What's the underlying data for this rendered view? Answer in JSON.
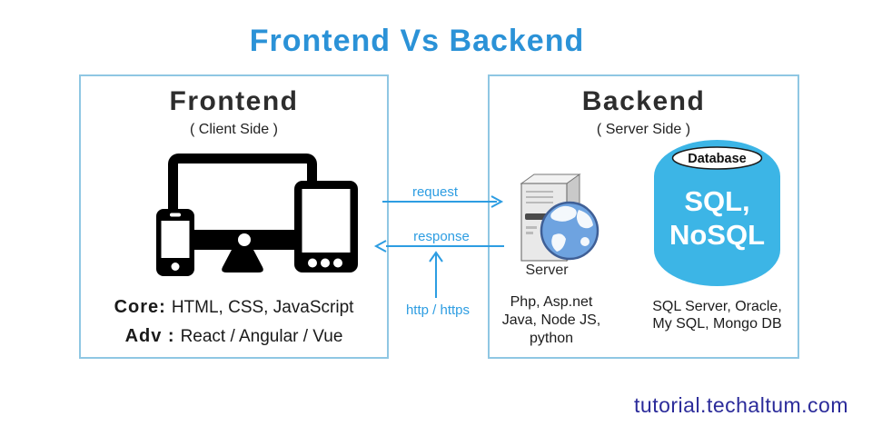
{
  "page": {
    "title": "Frontend Vs Backend",
    "watermark": "tutorial.techaltum.com"
  },
  "colors": {
    "title_blue": "#2b92d7",
    "arrow_blue": "#2d9de2",
    "panel_border_blue": "#8fc7e3",
    "database_blue": "#3cb5e6",
    "watermark_navy": "#2b2b9a",
    "heading_dark": "#2d2d2d"
  },
  "icons": [
    "smartphone-icon",
    "monitor-icon",
    "tablet-icon",
    "server-icon",
    "globe-icon",
    "database-cylinder-icon"
  ],
  "frontend": {
    "heading": "Frontend",
    "subheading": "( Client Side )",
    "core_label": "Core:",
    "core_value": "HTML, CSS, JavaScript",
    "adv_label": "Adv :",
    "adv_value": "React / Angular / Vue"
  },
  "backend": {
    "heading": "Backend",
    "subheading": "( Server Side )",
    "server_label": "Server",
    "server_tech": [
      "Php, Asp.net",
      "Java, Node JS,",
      "python"
    ],
    "database": {
      "label": "Database",
      "sql_line1": "SQL,",
      "sql_line2": "NoSQL"
    },
    "database_examples": [
      "SQL Server, Oracle,",
      "My SQL, Mongo DB"
    ]
  },
  "flow": {
    "request_label": "request",
    "response_label": "response",
    "protocol_label": "http / https"
  }
}
